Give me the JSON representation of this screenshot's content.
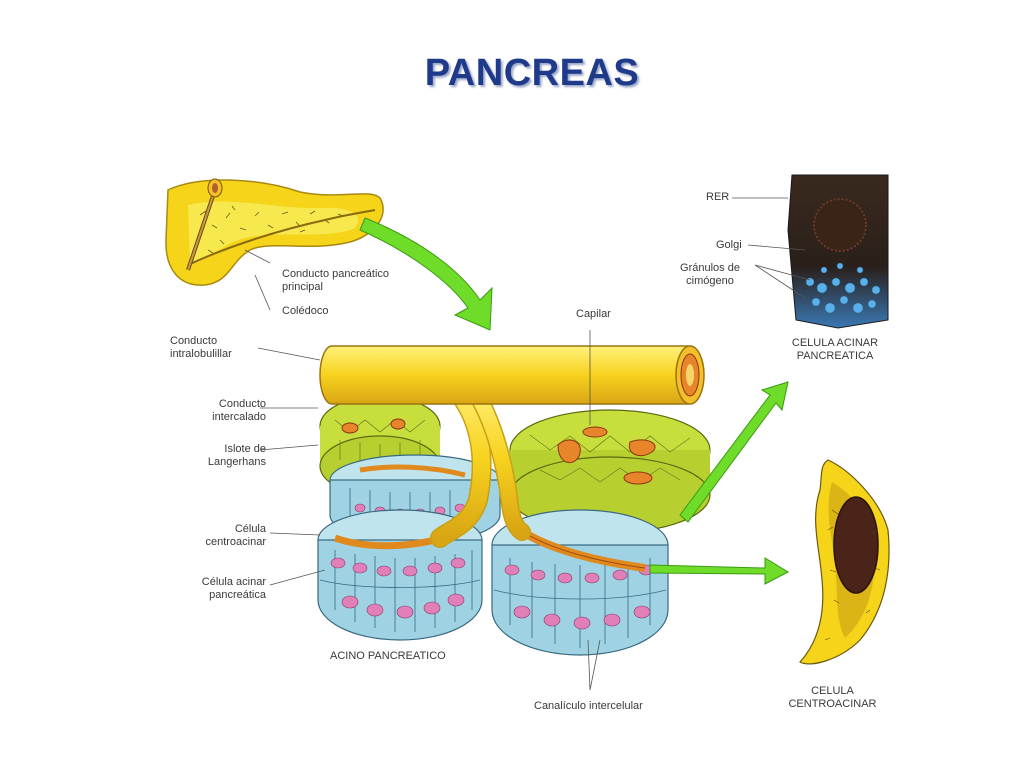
{
  "title": "PANCREAS",
  "labels": {
    "conducto_pancreatico": "Conducto pancreático\nprincipal",
    "coledoco": "Colédoco",
    "conducto_intralobulillar": "Conducto\nintralobulillar",
    "conducto_intercalado": "Conducto\nintercalado",
    "islote": "Islote de\nLangerhans",
    "celula_centroacinar": "Célula\ncentroacinar",
    "celula_acinar": "Célula acinar\npancreática",
    "acino": "ACINO PANCREATICO",
    "capilar": "Capilar",
    "canaliculo": "Canalículo intercelular",
    "rer": "RER",
    "golgi": "Golgi",
    "granulos": "Gránulos de\ncimógeno",
    "celula_acinar_pancreatica": "CELULA ACINAR\nPANCREATICA",
    "celula_centroacinar_caption": "CELULA\nCENTROACINAR"
  },
  "colors": {
    "title": "#1f3a8a",
    "pancreas": "#f5e21a",
    "duct": "#f7d21e",
    "islet": "#c8de3c",
    "acinus": "#9fd3e3",
    "nucleus": "#e07fb8",
    "lumen": "#e08a1e",
    "arrow": "#6fdc2a"
  }
}
